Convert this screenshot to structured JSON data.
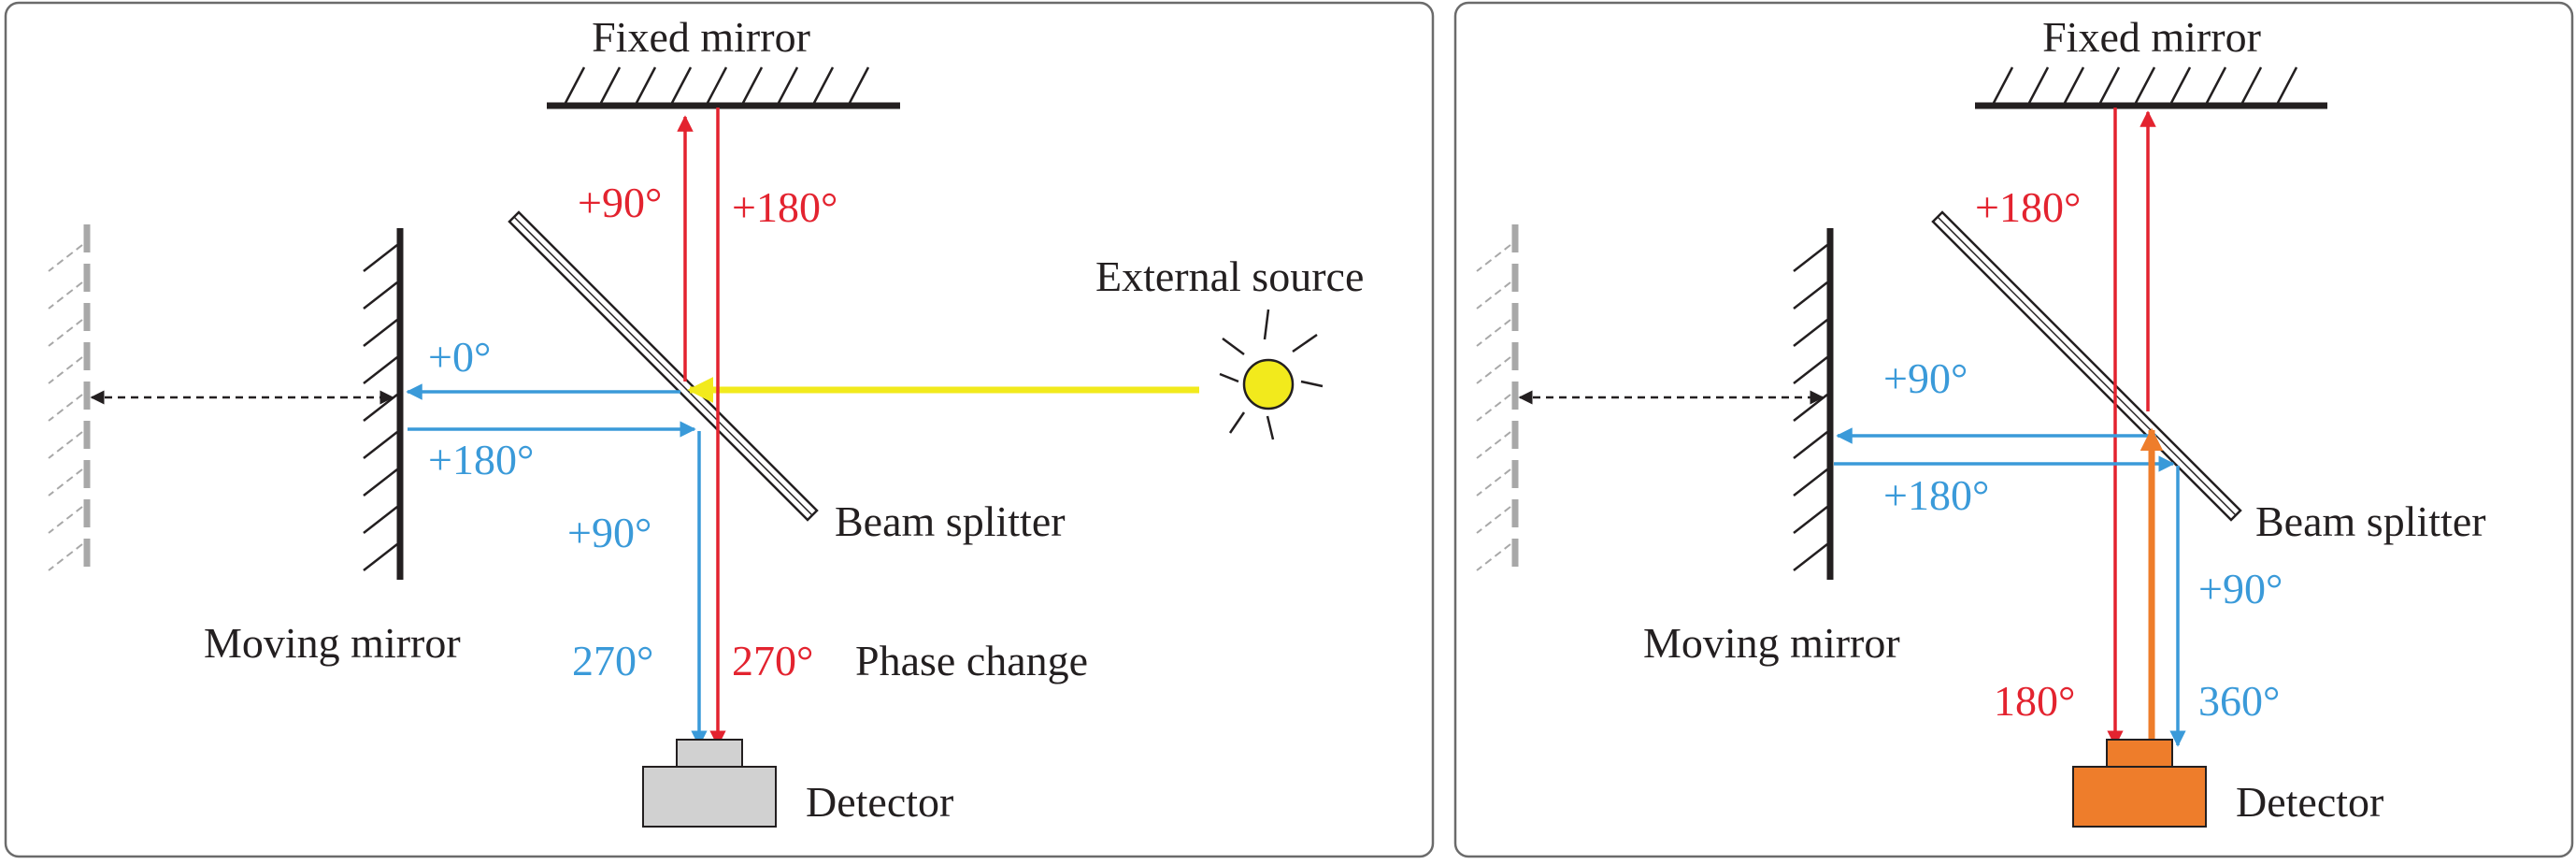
{
  "colors": {
    "red": "#e3232f",
    "blue": "#3a9ad9",
    "yellow": "#f2ea1c",
    "orange": "#ee7d2b",
    "detector_off": "#d1d1d1",
    "frame": "#6b6b6b",
    "text": "#231f20",
    "ghost": "#a8a8a8"
  },
  "left_panel": {
    "fixed_mirror": "Fixed mirror",
    "external_source": "External source",
    "beam_splitter": "Beam splitter",
    "moving_mirror": "Moving mirror",
    "detector": "Detector",
    "phase_change": "Phase change",
    "red_up": "+90°",
    "red_down": "+180°",
    "blue_left": "+0°",
    "blue_right": "+180°",
    "blue_down": "+90°",
    "blue_total": "270°",
    "red_total": "270°",
    "detector_state": "off"
  },
  "right_panel": {
    "fixed_mirror": "Fixed mirror",
    "beam_splitter": "Beam splitter",
    "moving_mirror": "Moving mirror",
    "detector": "Detector",
    "red_phase": "+180°",
    "blue_left": "+90°",
    "blue_right": "+180°",
    "blue_down": "+90°",
    "red_total": "180°",
    "blue_total": "360°",
    "detector_state": "on"
  }
}
